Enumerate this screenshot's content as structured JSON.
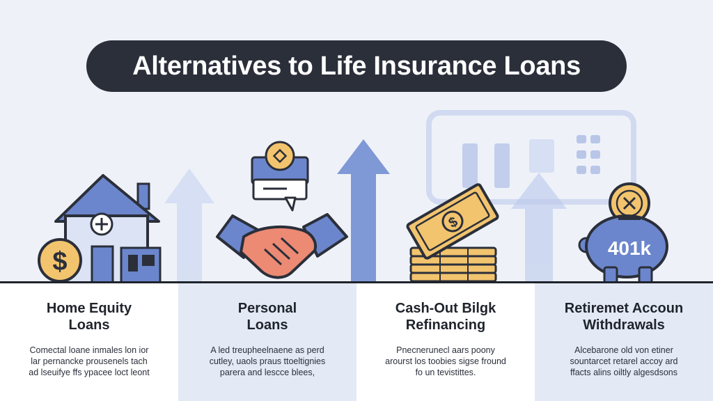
{
  "title": "Alternatives to Life Insurance Loans",
  "options": [
    {
      "title": "Home Equity\nLoans",
      "description": "Comectal loane inmales lon ior\nlar pernancke prousenels tach\nad lseuifye ffs ypacee loct leont"
    },
    {
      "title": "Personal\nLoans",
      "description": "A led treupheelnaene as perd\ncutley, uaols praus ttoeltignies\nparera and lescce blees,"
    },
    {
      "title": "Cash-Out Bilgk\nRefinancing",
      "description": "Pnecnerunecl aars poony\narourst los toobies sigse fround\nfo un tevistittes."
    },
    {
      "title": "Retiremet Accoun\nWithdrawals",
      "description": "Alcebarone old von etiner\nsountarcet retarel accoy ard\nffacts alins oiltly algesdsons"
    }
  ],
  "icons": {
    "house_coin_symbol": "$",
    "loan_coin_symbol": "$",
    "cash_symbol": "$",
    "piggy_label": "401k"
  },
  "colors": {
    "accent_blue": "#6b86cc",
    "light_blue": "#c4d1ef",
    "gold": "#f2c46e",
    "coral": "#ec8a73",
    "dark": "#2b2f3a"
  }
}
